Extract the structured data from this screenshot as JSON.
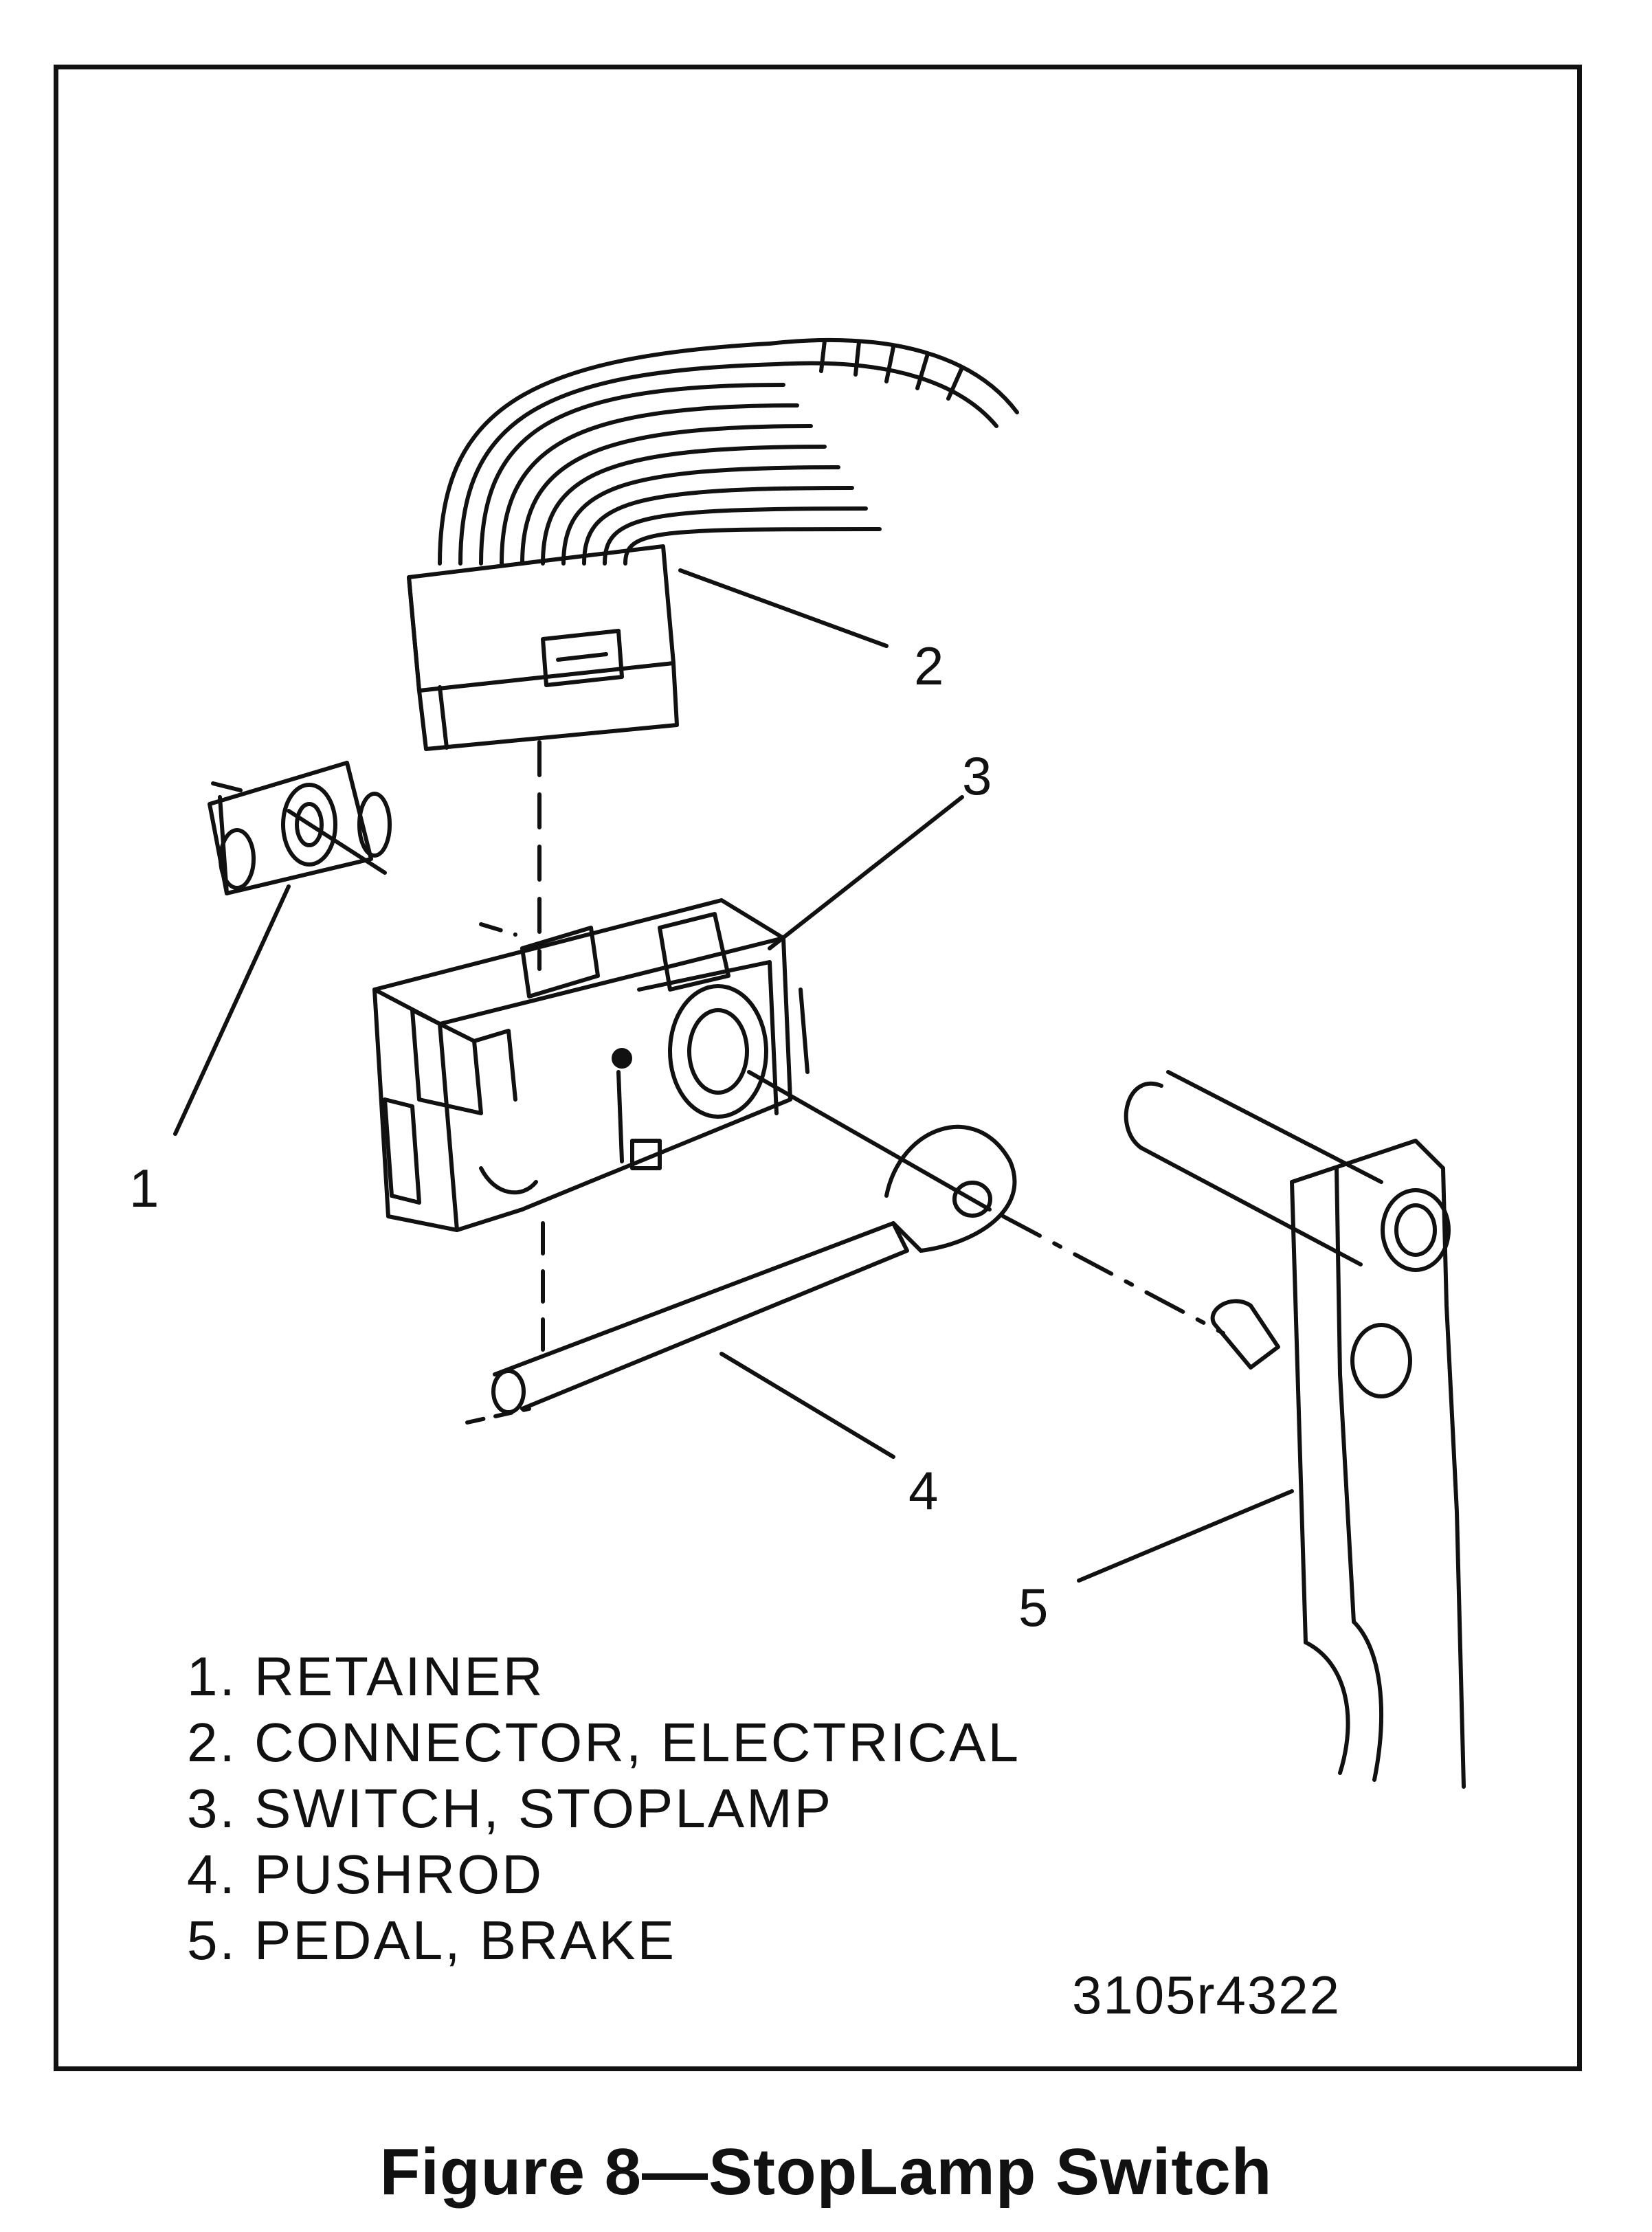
{
  "callouts": [
    "1",
    "2",
    "3",
    "4",
    "5"
  ],
  "legend": [
    "1. RETAINER",
    "2. CONNECTOR, ELECTRICAL",
    "3. SWITCH, STOPLAMP",
    "4. PUSHROD",
    "5. PEDAL, BRAKE"
  ],
  "figure_code": "3105r4322",
  "caption": "Figure 8—StopLamp Switch",
  "colors": {
    "ink": "#111111",
    "paper": "#ffffff"
  }
}
